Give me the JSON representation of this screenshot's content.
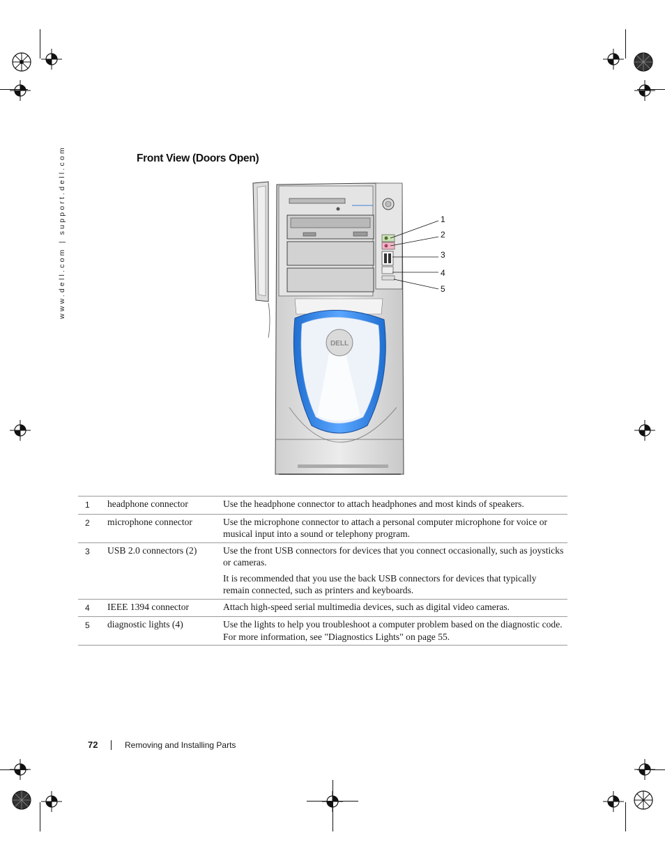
{
  "sidebar": {
    "url_text": "www.dell.com | support.dell.com"
  },
  "section": {
    "title": "Front View (Doors Open)"
  },
  "figure": {
    "logo_text": "DELL",
    "callouts": [
      "1",
      "2",
      "3",
      "4",
      "5"
    ]
  },
  "parts_table": {
    "rows": [
      {
        "num": "1",
        "name": "headphone connector",
        "desc": [
          "Use the headphone connector to attach headphones and most kinds of speakers."
        ]
      },
      {
        "num": "2",
        "name": "microphone connector",
        "desc": [
          "Use the microphone connector to attach a personal computer microphone for voice or musical input into a sound or telephony program."
        ]
      },
      {
        "num": "3",
        "name": "USB 2.0 connectors (2)",
        "desc": [
          "Use the front USB connectors for devices that you connect occasionally, such as joysticks or cameras.",
          "It is recommended that you use the back USB connectors for devices that typically remain connected, such as printers and keyboards."
        ]
      },
      {
        "num": "4",
        "name": "IEEE 1394 connector",
        "desc": [
          "Attach high-speed serial multimedia devices, such as digital video cameras."
        ]
      },
      {
        "num": "5",
        "name": "diagnostic lights (4)",
        "desc": [
          "Use the lights to help you troubleshoot a computer problem based on the diagnostic code. For more information, see \"Diagnostics Lights\" on page 55."
        ]
      }
    ]
  },
  "footer": {
    "page_number": "72",
    "chapter": "Removing and Installing Parts"
  },
  "colors": {
    "accent_blue": "#2f7fd6",
    "panel_gray": "#d7d7d7",
    "rule_gray": "#9a9a9a"
  }
}
